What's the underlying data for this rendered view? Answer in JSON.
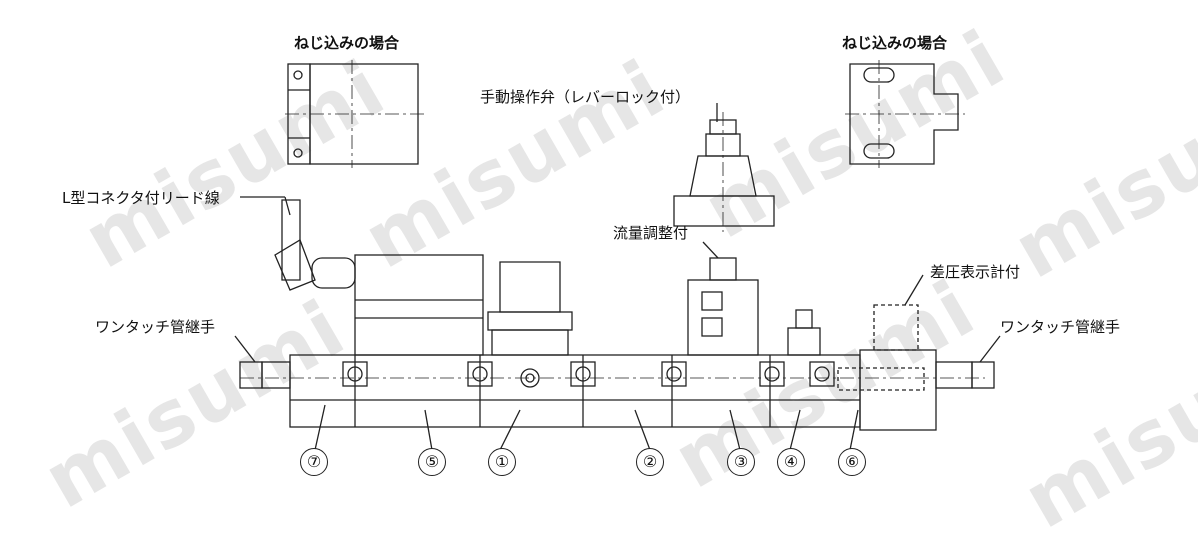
{
  "watermark": "misumi",
  "titles": {
    "screw_left": "ねじ込みの場合",
    "screw_right": "ねじ込みの場合"
  },
  "callouts": {
    "manual_valve": "手動操作弁（レバーロック付）",
    "l_connector": "L型コネクタ付リード線",
    "flow_adjust": "流量調整付",
    "diff_gauge": "差圧表示計付",
    "fitting_left": "ワンタッチ管継手",
    "fitting_right": "ワンタッチ管継手"
  },
  "part_numbers": [
    "⑦",
    "⑤",
    "①",
    "②",
    "③",
    "④",
    "⑥"
  ]
}
